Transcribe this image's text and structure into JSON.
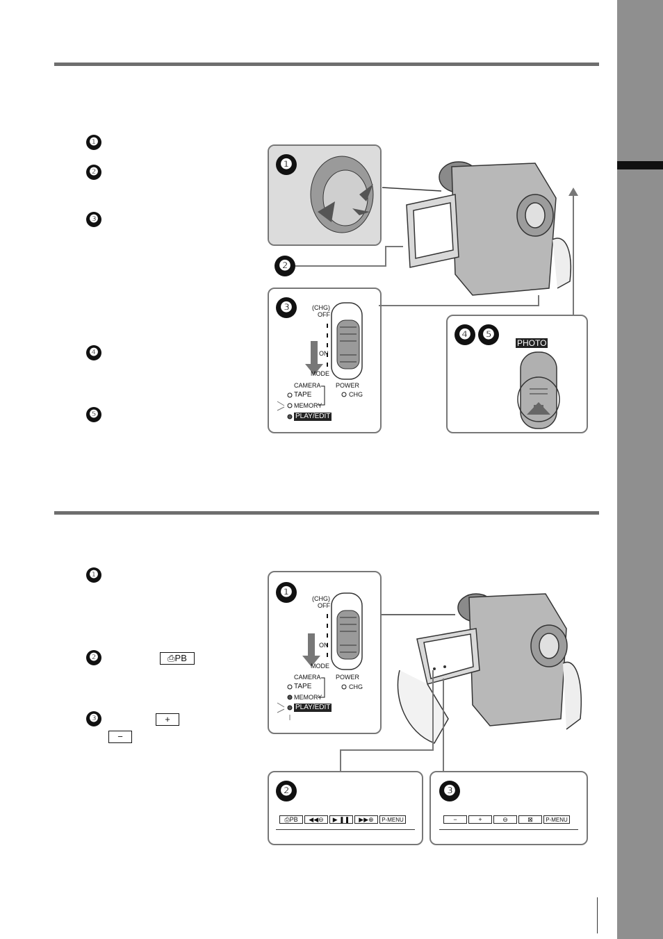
{
  "steps_top": [
    "❶",
    "❷",
    "❸",
    "❹",
    "❺"
  ],
  "steps_bottom": [
    "❶",
    "❷",
    "❸"
  ],
  "figure_top": {
    "callouts": [
      "❶",
      "❷",
      "❸",
      "❹",
      "❺"
    ],
    "switch": {
      "chg_off": "(CHG)\nOFF",
      "on": "ON",
      "mode": "MODE",
      "power": "POWER",
      "chg": "CHG",
      "camera": "CAMERA",
      "tape": "TAPE",
      "memory": "MEMORY",
      "play_edit": "PLAY/EDIT"
    },
    "photo_label": "PHOTO"
  },
  "figure_bottom": {
    "callouts": [
      "❶",
      "❷",
      "❸"
    ],
    "switch": {
      "chg_off": "(CHG)\nOFF",
      "on": "ON",
      "mode": "MODE",
      "power": "POWER",
      "chg": "CHG",
      "camera": "CAMERA",
      "tape": "TAPE",
      "memory": "MEMORY",
      "play_edit": "PLAY/EDIT"
    },
    "playback_buttons": [
      "⎙PB",
      "◀◀⊖",
      "▶ ❚❚",
      "▶▶⊕",
      "P-MENU"
    ],
    "zoom_buttons": [
      "−",
      "+",
      "⊖",
      "⊠",
      "P-MENU"
    ]
  },
  "inline_keys": {
    "pb": "⎙PB",
    "plus": "+",
    "minus": "−"
  },
  "colors": {
    "rule": "#6e6e6e",
    "sidebar": "#8f8f8f",
    "panel_border": "#777777"
  }
}
